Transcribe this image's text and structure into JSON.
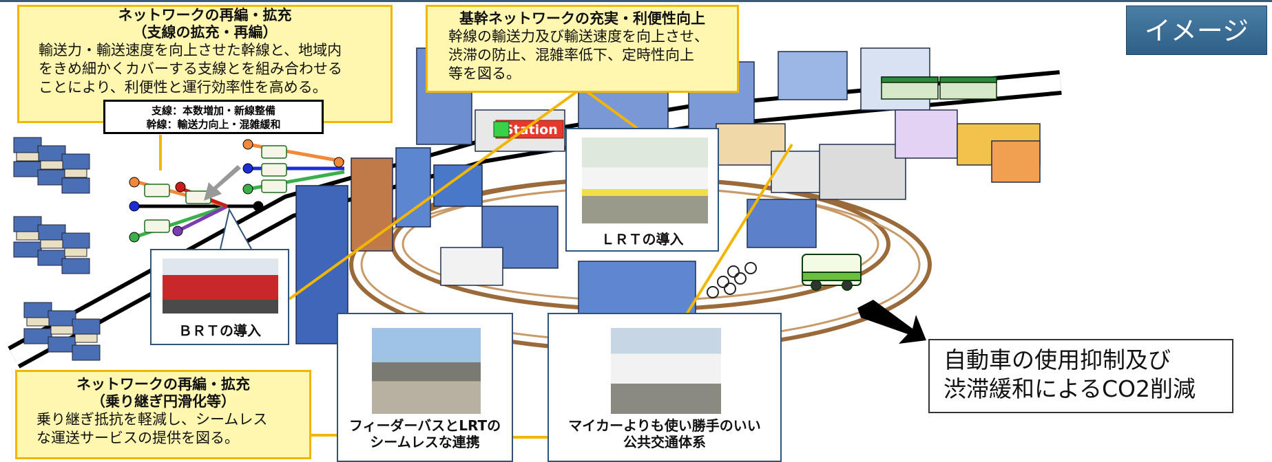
{
  "image_tag": "イメージ",
  "station_label": "Station",
  "boxes": {
    "network_branch": {
      "title_line1": "ネットワークの再編・拡充",
      "title_line2": "（支線の拡充・再編）",
      "body_line1": "輸送力・輸送速度を向上させた幹線と、地域内",
      "body_line2": "をきめ細かくカバーする支線とを組み合わせる",
      "body_line3": "ことにより、利便性と運行効率性を高める。"
    },
    "trunk": {
      "title": "基幹ネットワークの充実・利便性向上",
      "body_line1": "幹線の輸送力及び輸送速度を向上させ、",
      "body_line2": "渋滞の防止、混雑率低下、定時性向上",
      "body_line3": "等を図る。"
    },
    "network_transfer": {
      "title_line1": "ネットワークの再編・拡充",
      "title_line2": "（乗り継ぎ円滑化等）",
      "body_line1": "乗り継ぎ抵抗を軽減し、シームレス",
      "body_line2": "な運送サービスの提供を図る。"
    }
  },
  "legend": {
    "line1": "支線：本数増加・新線整備",
    "line2": "幹線：輸送力向上・混雑緩和"
  },
  "cards": {
    "brt": "ＢＲＴの導入",
    "lrt": "ＬＲＴの導入",
    "feeder_line1": "フィーダーバスとLRTの",
    "feeder_line2": "シームレスな連携",
    "mycar_line1": "マイカーよりも使い勝手のいい",
    "mycar_line2": "公共交通体系"
  },
  "result": {
    "line1": "自動車の使用抑制及び",
    "line2": "渋滞緩和によるCO2削減"
  },
  "colors": {
    "box_fill": "#fff6b0",
    "box_border": "#f2b600",
    "tag_fill": "#3c6e96",
    "card_border": "#30537a",
    "track": "#9a6a3a"
  }
}
